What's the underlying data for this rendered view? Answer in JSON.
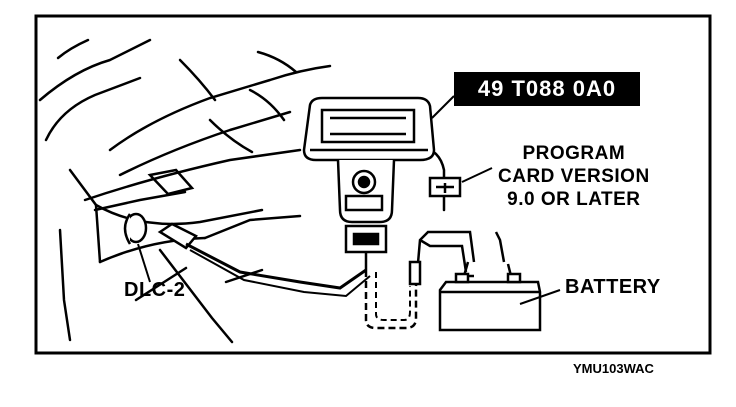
{
  "part_number": "49 T088 0A0",
  "labels": {
    "program_card_line1": "PROGRAM",
    "program_card_line2": "CARD VERSION",
    "program_card_line3": "9.0 OR LATER",
    "dlc": "DLC-2",
    "battery": "BATTERY"
  },
  "figure_code": "YMU103WAC",
  "colors": {
    "ink": "#000000",
    "paper": "#ffffff"
  }
}
